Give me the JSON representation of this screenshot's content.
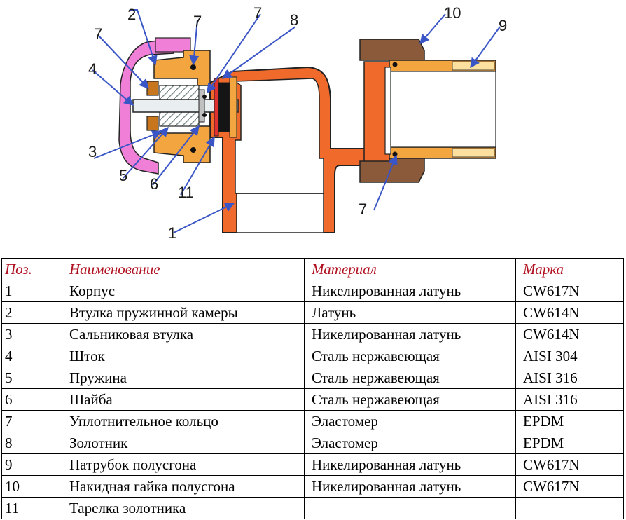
{
  "diagram": {
    "callouts": [
      "1",
      "2",
      "3",
      "4",
      "5",
      "6",
      "7",
      "7",
      "7",
      "7",
      "8",
      "9",
      "10",
      "11"
    ],
    "colors": {
      "body": "#f06a2c",
      "body_dark": "#c5441a",
      "cap": "#f07fd8",
      "brass": "#f3a640",
      "brass_light": "#fbe0a0",
      "nut": "#8a5a3a",
      "seal": "#111111",
      "leader": "#3a55c6"
    }
  },
  "table": {
    "headers": [
      "Поз.",
      "Наименование",
      "Материал",
      "Марка"
    ],
    "rows": [
      [
        "1",
        "Корпус",
        "Никелированная латунь",
        "CW617N"
      ],
      [
        "2",
        "Втулка пружинной камеры",
        "Латунь",
        "CW614N"
      ],
      [
        "3",
        "Сальниковая втулка",
        "Никелированная латунь",
        "CW614N"
      ],
      [
        "4",
        "Шток",
        "Сталь нержавеющая",
        "AISI 304"
      ],
      [
        "5",
        "Пружина",
        "Сталь нержавеющая",
        "AISI 316"
      ],
      [
        "6",
        "Шайба",
        "Сталь нержавеющая",
        "AISI 316"
      ],
      [
        "7",
        "Уплотнительное кольцо",
        "Эластомер",
        "EPDM"
      ],
      [
        "8",
        "Золотник",
        "Эластомер",
        "EPDM"
      ],
      [
        "9",
        "Патрубок полусгона",
        "Никелированная латунь",
        "CW617N"
      ],
      [
        "10",
        "Накидная гайка полусгона",
        "Никелированная латунь",
        "CW617N"
      ],
      [
        "11",
        "Тарелка золотника",
        "",
        ""
      ]
    ]
  }
}
